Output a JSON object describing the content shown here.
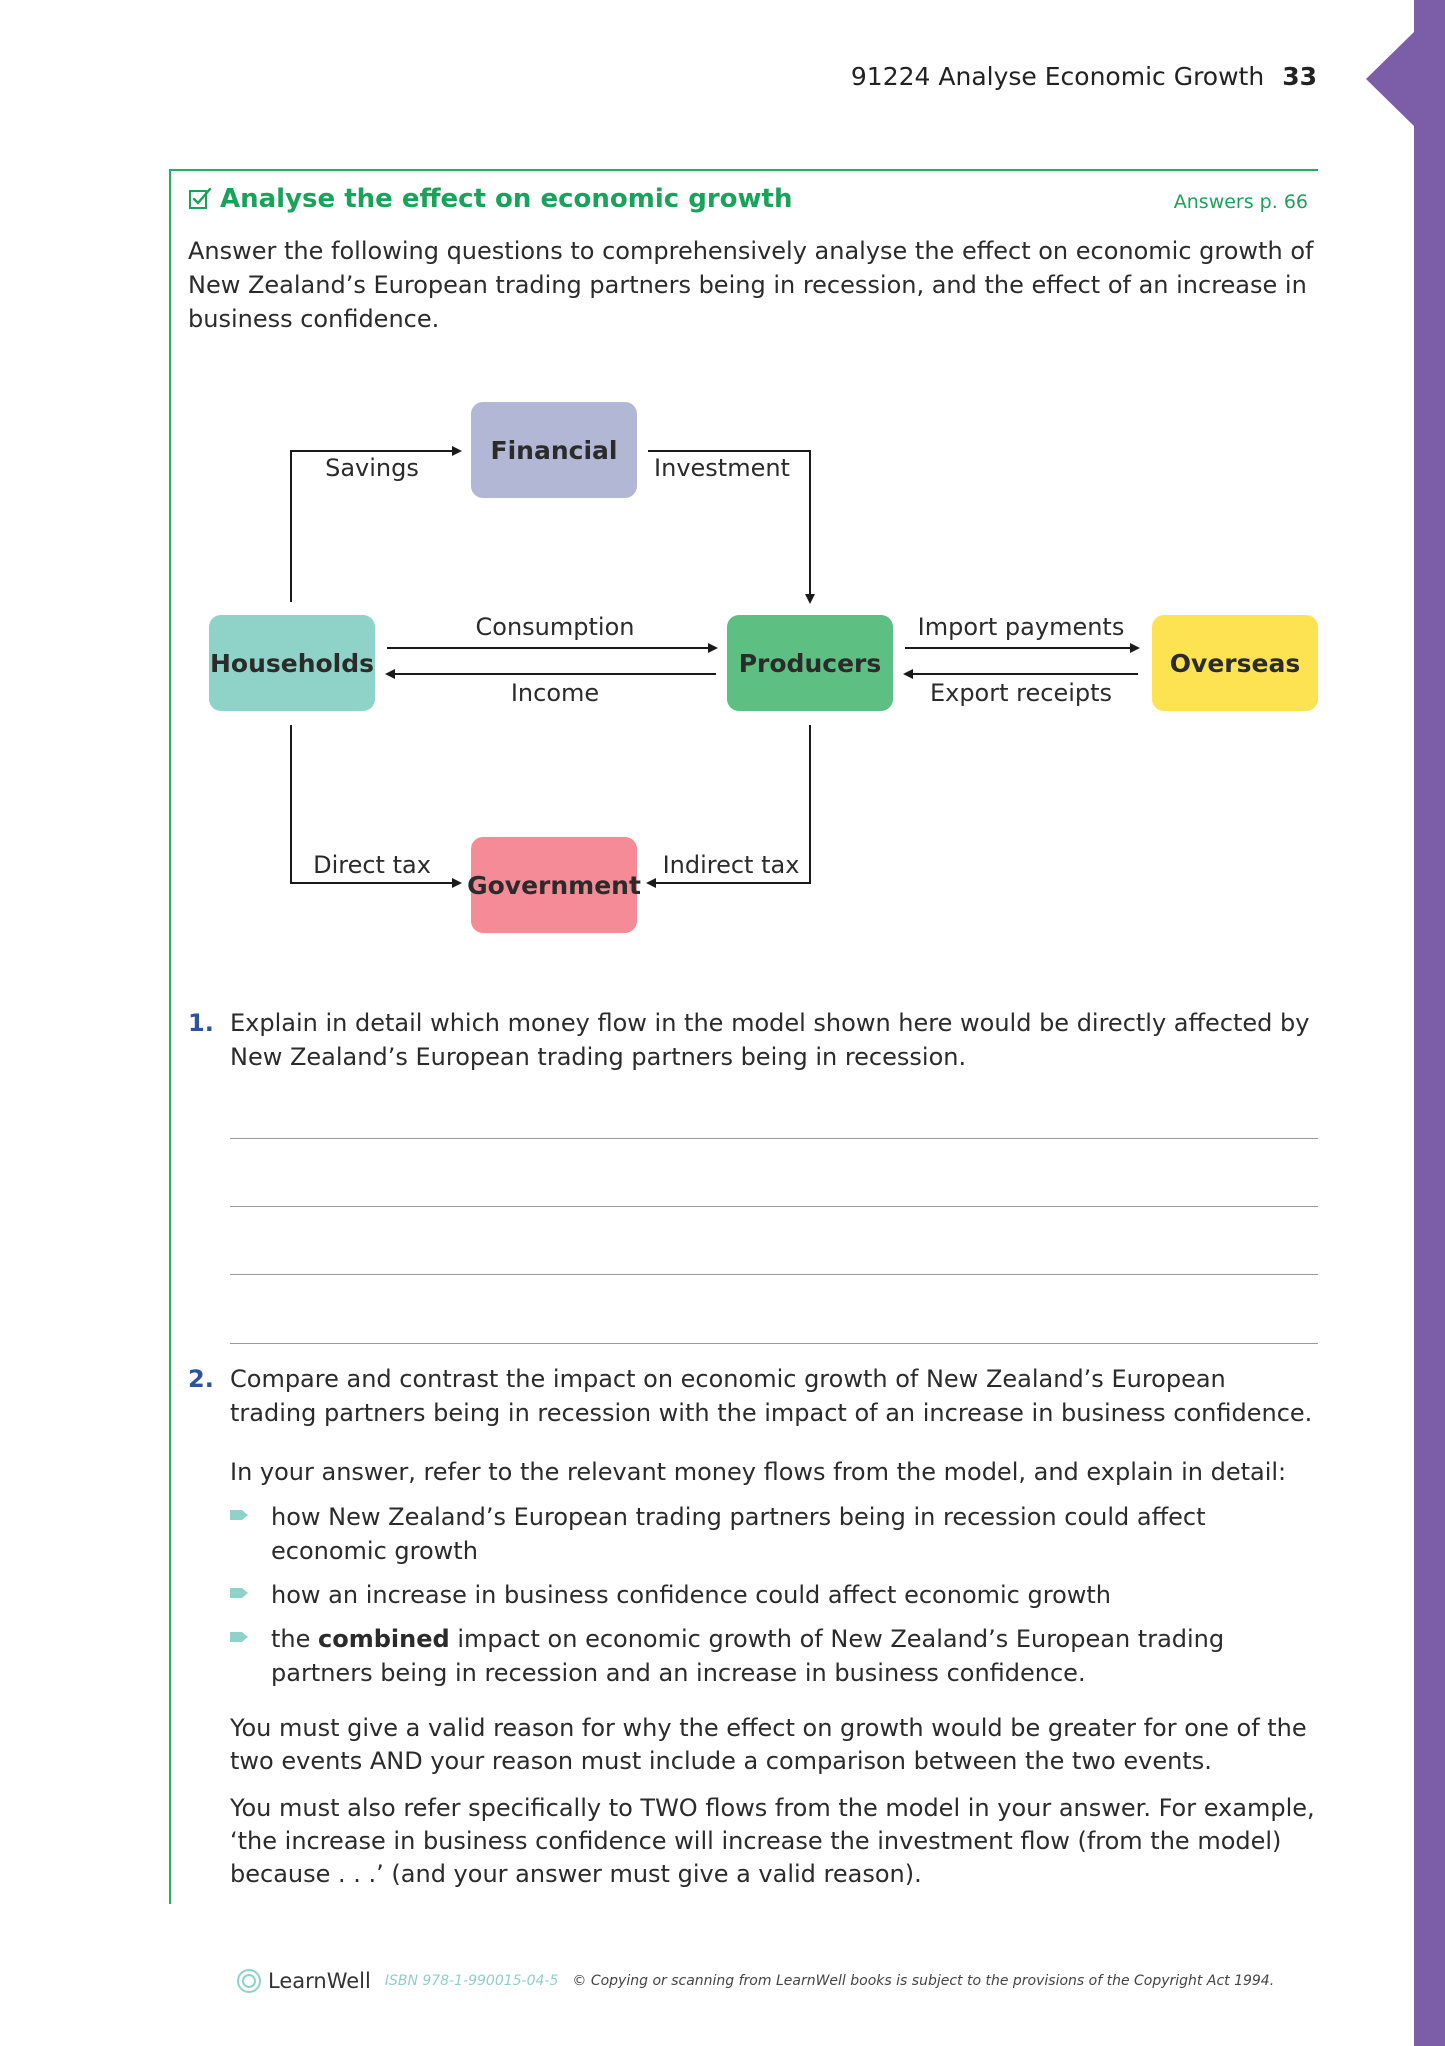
{
  "header": {
    "title": "91224 Analyse Economic Growth",
    "page_number": "33"
  },
  "section": {
    "title": "Analyse the effect on economic growth",
    "answers_ref": "Answers p. 66",
    "intro": "Answer the following questions to comprehensively analyse the effect on economic growth of New Zealand’s European trading partners being in recession, and the effect of an increase in business confidence."
  },
  "diagram": {
    "nodes": {
      "financial": "Financial",
      "households": "Households",
      "producers": "Producers",
      "overseas": "Overseas",
      "government": "Government"
    },
    "flows": {
      "savings": "Savings",
      "investment": "Investment",
      "consumption": "Consumption",
      "income": "Income",
      "import_payments": "Import payments",
      "export_receipts": "Export receipts",
      "direct_tax": "Direct tax",
      "indirect_tax": "Indirect tax"
    },
    "colors": {
      "financial": "#b1b7d4",
      "households": "#8fd3c8",
      "producers": "#5dbf82",
      "overseas": "#fde352",
      "government": "#f48b96"
    }
  },
  "questions": {
    "q1": {
      "number": "1.",
      "text": "Explain in detail which money flow in the model shown here would be directly affected by New Zealand’s European trading partners being in recession."
    },
    "q2": {
      "number": "2.",
      "text": "Compare and contrast the impact on economic growth of New Zealand’s European trading partners being in recession with the impact of an increase in business confidence.",
      "lead": "In your answer, refer to the relevant money flows from the model, and explain in detail:",
      "bullets": [
        "how New Zealand’s European trading partners being in recession could affect economic growth",
        "how an increase in business confidence could affect economic growth"
      ],
      "bullet3": {
        "prefix": "the ",
        "bold": "combined",
        "suffix": " impact on economic growth of New Zealand’s European trading partners being in recession and an increase in business confidence."
      },
      "para1": "You must give a valid reason for why the effect on growth would be greater for one of the two events AND your reason must include a comparison between the two events.",
      "para2": "You must also refer specifically to TWO flows from the model in your answer. For example, ‘the increase in business confidence will increase the investment flow (from the model) because . . .’ (and your answer must give a valid reason)."
    }
  },
  "footer": {
    "brand": "LearnWell",
    "isbn": "ISBN 978-1-990015-04-5",
    "copyright": "© Copying or scanning from LearnWell books is subject to the provisions of the Copyright Act 1994."
  }
}
